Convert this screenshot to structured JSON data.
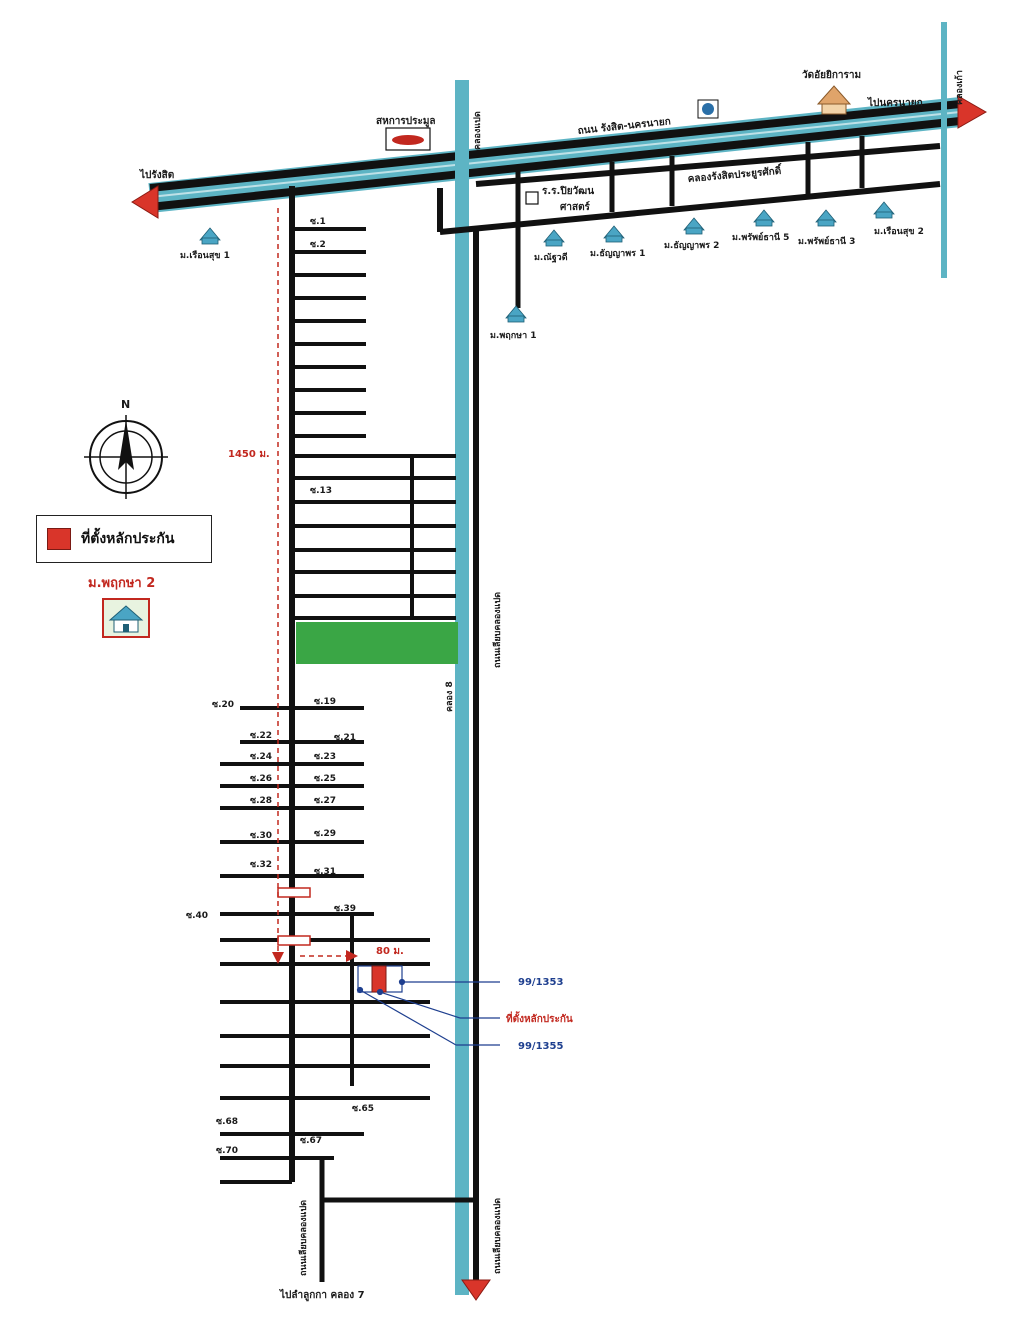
{
  "compass": {
    "north": "N"
  },
  "legend": {
    "label": "ที่ตั้งหลักประกัน"
  },
  "village_badge": {
    "label": "ม.พฤกษา 2"
  },
  "colors": {
    "canal": "#5db4c4",
    "road": "#111111",
    "arrow": "#d9352a",
    "site": "#d9352a",
    "green_block": "#3aa645"
  },
  "main_road": {
    "label": "ถนน รังสิต-นครนายก",
    "left_dest": "ไปรังสิต",
    "right_dest": "ไปนครนายก"
  },
  "canals": {
    "khlong_paed_top": "คลองแปด",
    "khlong_kao": "คลองเก้า",
    "khlong_rangsit": "คลองรังสิตประยูรศักดิ์",
    "khlong8_vertical": "คลอง 8"
  },
  "landmarks": {
    "coop": "สหการประมูล",
    "temple": "วัดอัยยิการาม",
    "school_line1": "ร.ร.ปิยวัฒน",
    "school_line2": "ศาสตร์"
  },
  "villages": [
    {
      "label": "ม.เรือนสุข 1"
    },
    {
      "label": "ม.ณัฐวดี"
    },
    {
      "label": "ม.ธัญญาพร 1"
    },
    {
      "label": "ม.ธัญญาพร 2"
    },
    {
      "label": "ม.พรัพย์ธานี 5"
    },
    {
      "label": "ม.พรัพย์ธานี 3"
    },
    {
      "label": "ม.เรือนสุข 2"
    },
    {
      "label": "ม.พฤกษา 1"
    }
  ],
  "sois_right": [
    "ซ.1",
    "ซ.2",
    "ซ.13",
    "ซ.19",
    "ซ.21",
    "ซ.23",
    "ซ.25",
    "ซ.27",
    "ซ.29",
    "ซ.31",
    "ซ.39",
    "ซ.65",
    "ซ.67"
  ],
  "sois_left": [
    "ซ.20",
    "ซ.22",
    "ซ.24",
    "ซ.26",
    "ซ.28",
    "ซ.30",
    "ซ.32",
    "ซ.40",
    "ซ.68",
    "ซ.70"
  ],
  "distances": {
    "long": "1450 ม.",
    "short": "80 ม."
  },
  "plots": {
    "plot_a": "99/1353",
    "site": "ที่ตั้งหลักประกัน",
    "plot_b": "99/1355"
  },
  "roads": {
    "side_road_right": "ถนนเลียบคลองแปด",
    "side_road_bottom_right": "ถนนเลียบคลองแปด",
    "side_road_bottom_left": "ถนนเลียบคลองแปด",
    "bottom_dest": "ไปลำลูกกา คลอง 7"
  }
}
